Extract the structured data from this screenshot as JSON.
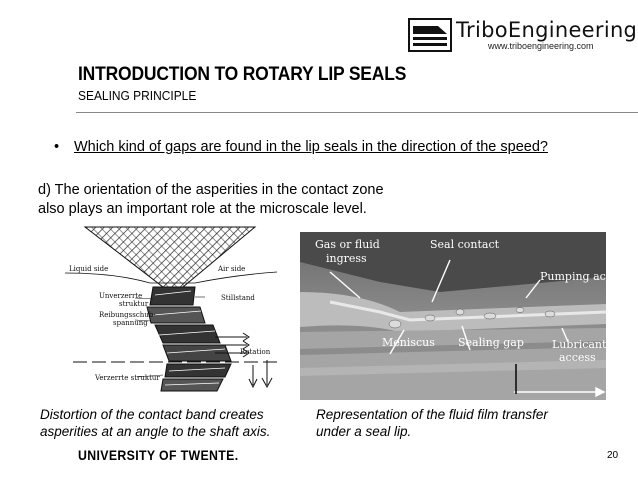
{
  "logo": {
    "brand": "TriboEngineering",
    "url": "www.triboengineering.com"
  },
  "header": {
    "title": "INTRODUCTION TO ROTARY LIP SEALS",
    "subtitle": "SEALING PRINCIPLE"
  },
  "bullet": {
    "marker": "•",
    "question": "Which kind of gaps are found in the lip seals in the direction of the speed?"
  },
  "body": {
    "line1": "d) The orientation of the asperities in the contact zone",
    "line2": "also plays an important role at the microscale level."
  },
  "figure_left": {
    "labels": {
      "liquid_side": "Liquid side",
      "air_side": "Air side",
      "unverzerrte_1": "Unverzerrte",
      "unverzerrte_2": "struktur",
      "stillstand": "Stillstand",
      "reibung_1": "Reibungsschub-",
      "reibung_2": "spannung",
      "rotation": "Rotation",
      "verzerrte": "Verzerrte struktur"
    }
  },
  "figure_right": {
    "labels": {
      "gas_1": "Gas or fluid",
      "gas_2": "ingress",
      "seal_contact": "Seal contact",
      "pumping": "Pumping action",
      "meniscus": "Meniscus",
      "sealing_gap": "Sealing gap",
      "lubricant_1": "Lubricant",
      "lubricant_2": "access"
    }
  },
  "captions": {
    "left_1": "Distortion of the contact band creates",
    "left_2": "asperities at an angle to the shaft axis.",
    "right_1": "Representation of the fluid film transfer",
    "right_2": "under a seal lip."
  },
  "footer": {
    "university": "UNIVERSITY OF TWENTE.",
    "page": "20"
  }
}
